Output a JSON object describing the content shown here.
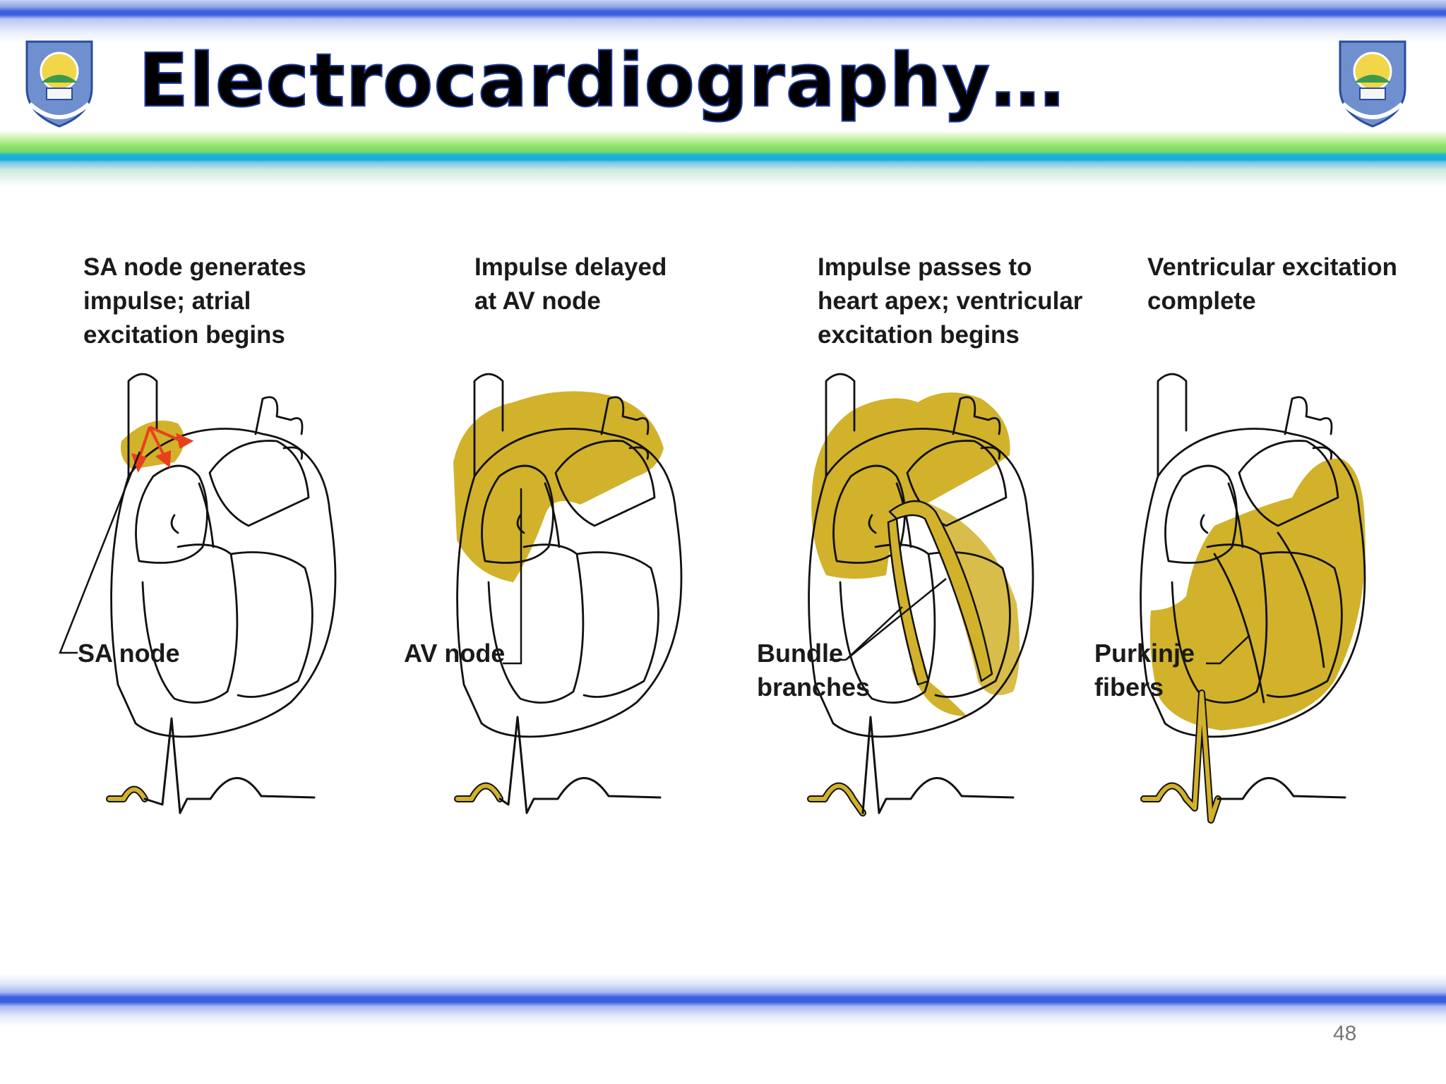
{
  "slide": {
    "title": "Electrocardiography…",
    "page_number": "48"
  },
  "colors": {
    "accent_blue": "#3a5fe0",
    "accent_green": "#7bd96a",
    "accent_cyan": "#18a9d4",
    "excitation_gold": "#d1b22a",
    "impulse_red": "#e8401c"
  },
  "logo": {
    "icon": "university-crest-icon"
  },
  "panels": [
    {
      "caption": [
        "SA node generates",
        "impulse; atrial",
        "excitation begins"
      ],
      "label": [
        "SA node"
      ]
    },
    {
      "caption": [
        "Impulse delayed",
        "at AV node"
      ],
      "label": [
        "AV node"
      ]
    },
    {
      "caption": [
        "Impulse passes to",
        "heart apex; ventricular",
        "excitation begins"
      ],
      "label": [
        "Bundle",
        "branches"
      ]
    },
    {
      "caption": [
        "Ventricular excitation",
        "complete"
      ],
      "label": [
        "Purkinje",
        "fibers"
      ]
    }
  ]
}
